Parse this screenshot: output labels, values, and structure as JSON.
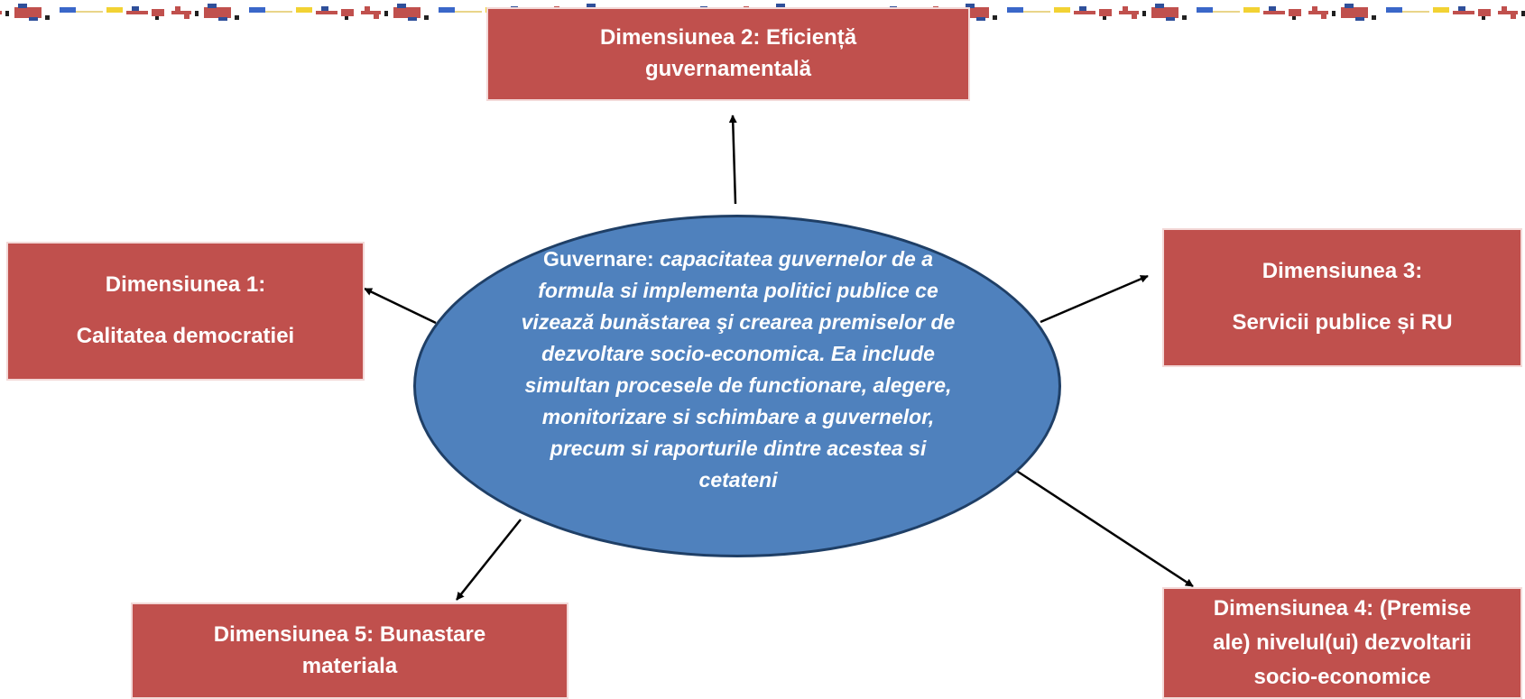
{
  "center": {
    "lead": "Guvernare:",
    "definition": "capacitatea guvernelor de a formula si implementa politici publice ce vizează bunăstarea şi crearea premiselor de dezvoltare socio-economica. Ea include simultan procesele de functionare, alegere, monitorizare si schimbare a guvernelor, precum si raporturile dintre acestea si cetateni"
  },
  "dimensions": {
    "d1": {
      "line1": "Dimensiunea 1:",
      "line2": "Calitatea democratiei"
    },
    "d2": {
      "line1": "Dimensiunea 2: Eficiență",
      "line2": "guvernamentală"
    },
    "d3": {
      "line1": "Dimensiunea 3:",
      "line2": "Servicii publice și RU"
    },
    "d4": {
      "line1": "Dimensiunea 4: (Premise",
      "line2": "ale)  nivelul(ui) dezvoltarii",
      "line3": "socio-economice"
    },
    "d5": {
      "line1": "Dimensiunea 5: Bunastare",
      "line2": "materiala"
    }
  },
  "colors": {
    "box_fill": "#c0504d",
    "box_text": "#ffffff",
    "ellipse_fill": "#4f81bd",
    "ellipse_border": "#1f3f66",
    "arrow": "#000000"
  }
}
